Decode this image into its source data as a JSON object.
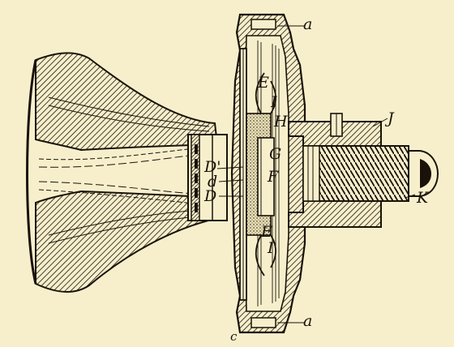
{
  "colors": {
    "paper": "#f7efcc",
    "ink": "#1a1208"
  },
  "labels": {
    "a_top": "a",
    "a_bottom": "a",
    "E_top": "E",
    "I_top": "I",
    "H": "H",
    "J": "J",
    "G": "G",
    "F": "F",
    "D1": "D'",
    "d": "d",
    "D": "D",
    "K": "K",
    "E_bottom": "E",
    "I_bottom": "I",
    "c": "c"
  }
}
